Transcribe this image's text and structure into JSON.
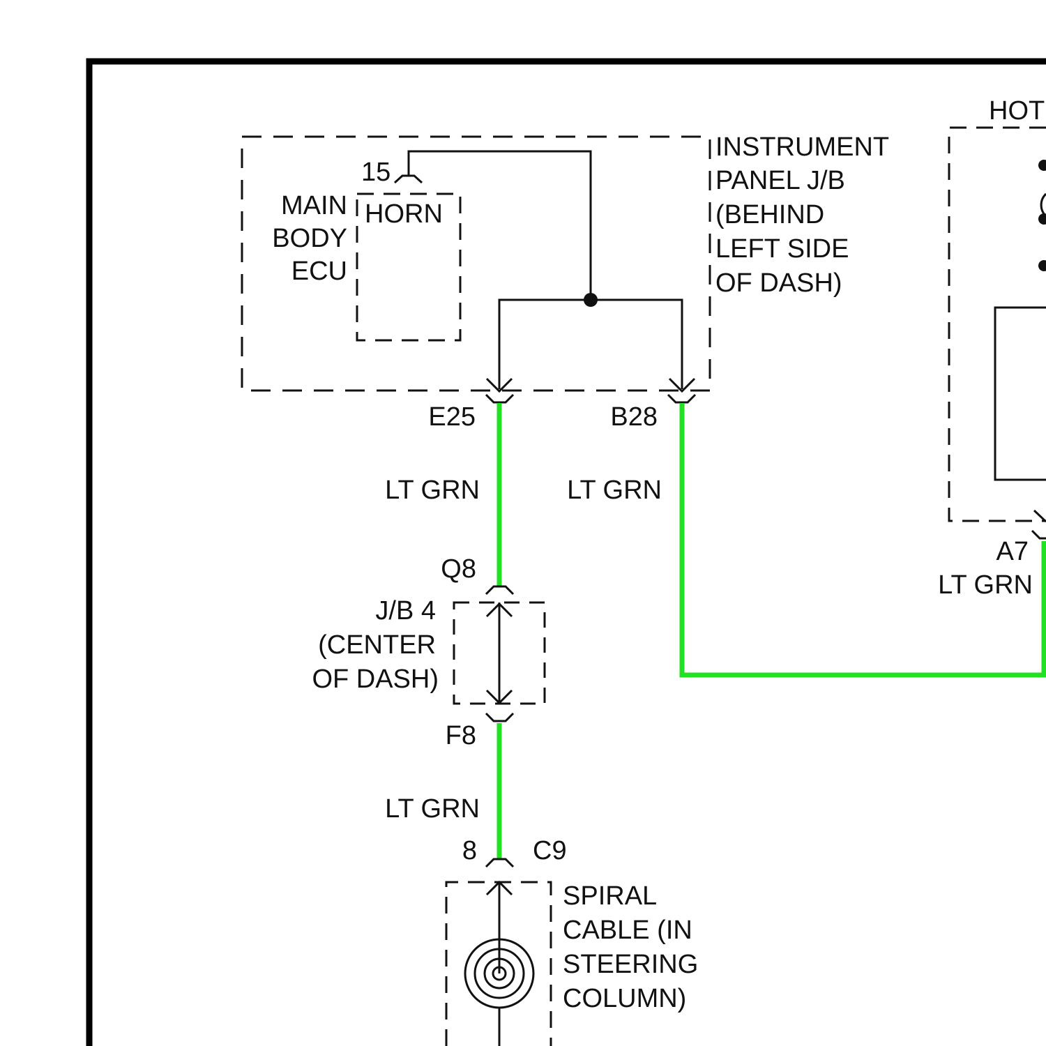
{
  "colors": {
    "wire_lt_grn": "#22e022",
    "line": "#111111",
    "background": "#ffffff"
  },
  "components": {
    "main_body_ecu": {
      "line1": "MAIN",
      "line2": "BODY",
      "line3": "ECU",
      "pin": "15",
      "function": "HORN"
    },
    "instrument_panel_jb": {
      "line1": "INSTRUMENT",
      "line2": "PANEL J/B",
      "line3": "(BEHIND",
      "line4": "LEFT SIDE",
      "line5": "OF DASH)"
    },
    "jb4": {
      "line1": "J/B 4",
      "line2": "(CENTER",
      "line3": "OF DASH)"
    },
    "spiral_cable": {
      "line1": "SPIRAL",
      "line2": "CABLE (IN",
      "line3": "STEERING",
      "line4": "COLUMN)"
    },
    "hot_label": "HOT"
  },
  "connectors": {
    "e25": "E25",
    "b28": "B28",
    "q8": "Q8",
    "f8": "F8",
    "c9_pin": "8",
    "c9": "C9",
    "a7": "A7"
  },
  "wires": {
    "e25_color": "LT GRN",
    "b28_color": "LT GRN",
    "f8_color": "LT GRN",
    "a7_color": "LT GRN"
  }
}
